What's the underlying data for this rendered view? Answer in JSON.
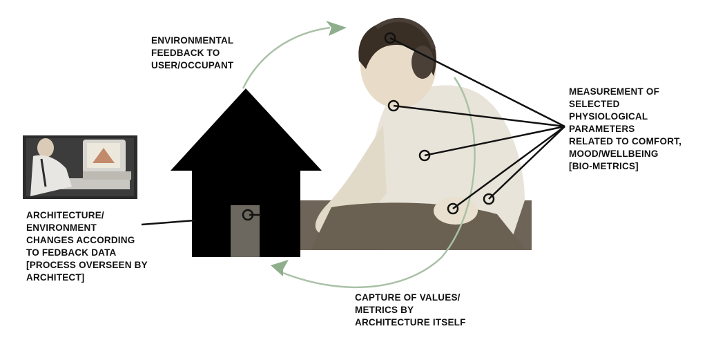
{
  "labels": {
    "environmental_feedback": "ENVIRONMENTAL\nFEEDBACK TO\nUSER/OCCUPANT",
    "measurement": "MEASUREMENT OF\nSELECTED\nPHYSIOLOGICAL\nPARAMETERS\nRELATED TO COMFORT,\nMOOD/WELLBEING\n[BIO-METRICS]",
    "architecture_changes": "ARCHITECTURE/\nENVIRONMENT\nCHANGES ACCORDING\nTO FEDBACK DATA\n[PROCESS OVERSEEN BY\nARCHITECT]",
    "capture": "CAPTURE OF VALUES/\nMETRICS BY\nARCHITECTURE ITSELF"
  },
  "colors": {
    "cycle_arrow": "#a9c1a6",
    "house": "#000000",
    "connector_lines": "#111111",
    "photo_sepia": "#c9c0ad"
  },
  "icons": {
    "house": "house-icon",
    "cycle": "cycle-arrow-icon",
    "sensor": "sensor-node-icon"
  }
}
